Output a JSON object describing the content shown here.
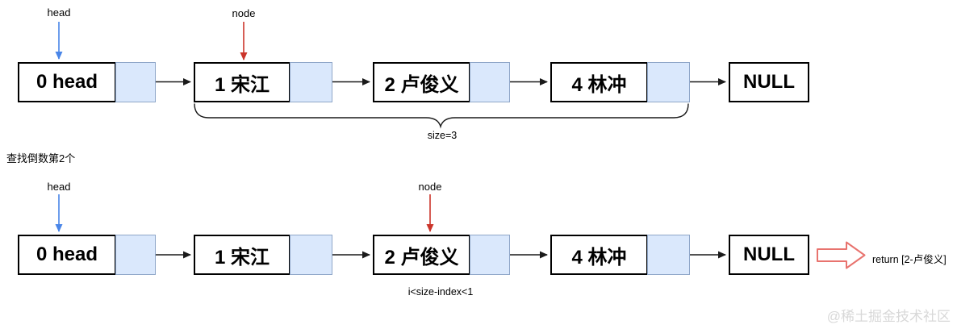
{
  "colors": {
    "head_arrow_blue": "#4a86e8",
    "node_arrow_red": "#cb352b",
    "pointer_cell_fill": "#dae8fc",
    "pointer_cell_border": "#8fa6c8",
    "box_border": "#000000",
    "connector_black": "#1a1a1a",
    "return_arrow_salmon": "#e8736e",
    "watermark_gray": "#d8d8d8"
  },
  "row1": {
    "head_label": "head",
    "node_label": "node",
    "nodes": [
      {
        "label": "0 head"
      },
      {
        "label": "1 宋江"
      },
      {
        "label": "2 卢俊义"
      },
      {
        "label": "4 林冲"
      }
    ],
    "null_label": "NULL",
    "size_label": "size=3"
  },
  "caption": "查找倒数第2个",
  "row2": {
    "head_label": "head",
    "node_label": "node",
    "nodes": [
      {
        "label": "0 head"
      },
      {
        "label": "1 宋江"
      },
      {
        "label": "2 卢俊义"
      },
      {
        "label": "4 林冲"
      }
    ],
    "null_label": "NULL",
    "condition_label": "i<size-index<1",
    "return_label": "return [2-卢俊义]"
  },
  "watermark": "@稀土掘金技术社区"
}
